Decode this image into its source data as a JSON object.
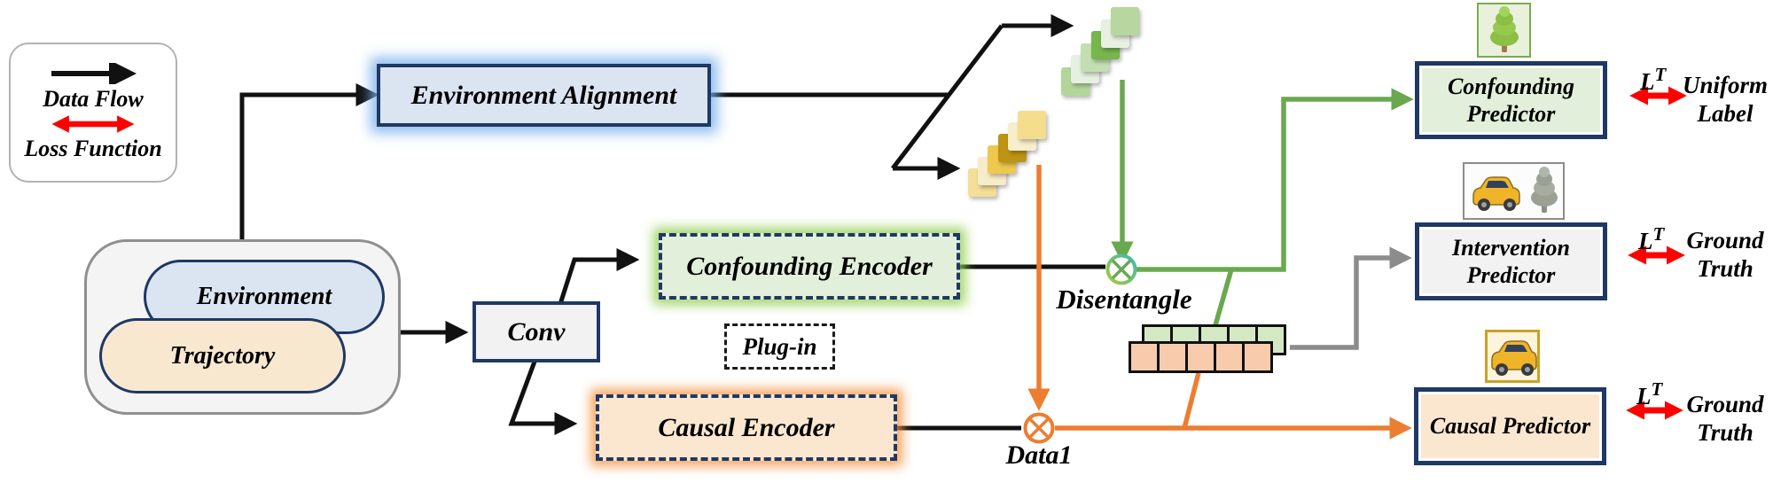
{
  "legend": {
    "data_flow": "Data Flow",
    "loss_function": "Loss Function"
  },
  "input_group": {
    "environment": "Environment",
    "trajectory": "Trajectory"
  },
  "blocks": {
    "environment_alignment": "Environment Alignment",
    "conv": "Conv",
    "confounding_encoder": "Confounding Encoder",
    "causal_encoder": "Causal Encoder",
    "plugin": "Plug-in"
  },
  "ops": {
    "disentangle": "Disentangle",
    "data1": "Data1"
  },
  "predictors": {
    "confounding": "Confounding Predictor",
    "intervention": "Intervention Predictor",
    "causal": "Causal Predictor"
  },
  "losses": {
    "confounding": {
      "symbol_base": "L",
      "symbol_sup": "T",
      "target": "Uniform Label"
    },
    "intervention": {
      "symbol_base": "L",
      "symbol_sup": "T",
      "target": "Ground Truth"
    },
    "causal": {
      "symbol_base": "L",
      "symbol_sup": "T",
      "target": "Ground Truth"
    }
  },
  "icons": {
    "confounding": "tree-icon",
    "intervention": "car-and-tree-icon",
    "causal": "car-icon"
  },
  "stacks": {
    "green": {
      "colors": [
        "#b2d69a",
        "#e6efe0",
        "#c3deb1",
        "#76b64a",
        "#e8f0e2",
        "#b7d79e"
      ]
    },
    "yellow": {
      "colors": [
        "#f3df96",
        "#f7ecc9",
        "#eec94f",
        "#bd9413",
        "#f8eecb",
        "#f5dd8e"
      ]
    }
  },
  "feature_rows": {
    "green": {
      "count": 5,
      "fill": "#d5e8c4"
    },
    "orange": {
      "count": 5,
      "fill": "#f8cbad"
    }
  },
  "colors": {
    "navy_border": "#1f3864",
    "flow_black": "#111111",
    "flow_green": "#6aa84f",
    "flow_orange": "#ed7d31",
    "flow_gray": "#8c8c8c",
    "loss_red": "#fe0000",
    "light_blue": "#dbe5f1",
    "light_green": "#e2efda",
    "light_peach": "#fbe7d0"
  }
}
